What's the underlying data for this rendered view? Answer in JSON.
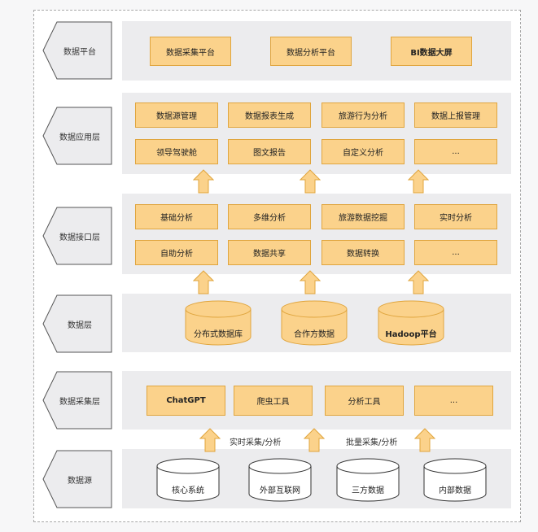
{
  "layers": {
    "platform": "数据平台",
    "application": "数据应用层",
    "interface": "数据接口层",
    "data": "数据层",
    "collection": "数据采集层",
    "source": "数据源"
  },
  "platform_items": [
    "数据采集平台",
    "数据分析平台",
    "BI数据大屏"
  ],
  "application_items": [
    "数据源管理",
    "数据报表生成",
    "旅游行为分析",
    "数据上报管理",
    "领导驾驶舱",
    "图文报告",
    "自定义分析",
    "..."
  ],
  "interface_items": [
    "基础分析",
    "多维分析",
    "旅游数据挖掘",
    "实时分析",
    "自助分析",
    "数据共享",
    "数据转换",
    "..."
  ],
  "data_items": [
    "分布式数据库",
    "合作方数据",
    "Hadoop平台"
  ],
  "collection_items": [
    "ChatGPT",
    "爬虫工具",
    "分析工具",
    "..."
  ],
  "source_items": [
    "核心系统",
    "外部互联网",
    "三方数据",
    "内部数据"
  ],
  "flow_labels": {
    "realtime": "实时采集/分析",
    "batch": "批量采集/分析"
  },
  "colors": {
    "box_fill": "#fbd28b",
    "box_border": "#e0a53e",
    "band": "#ececee",
    "label_fill": "#ececee",
    "cylinder_source": "#ffffff"
  }
}
